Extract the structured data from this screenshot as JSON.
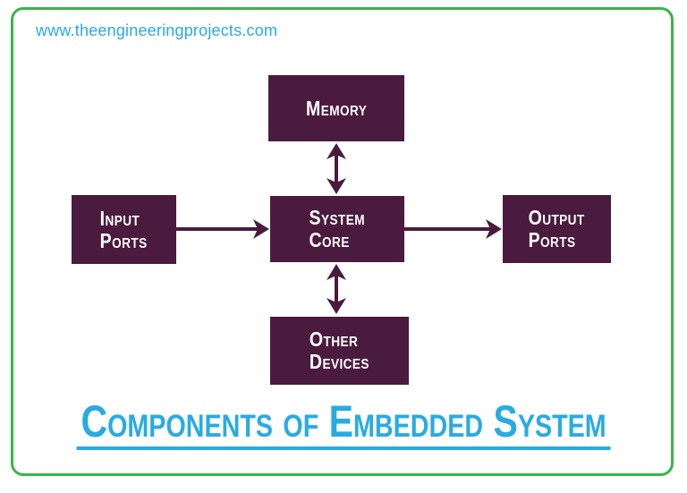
{
  "colors": {
    "border_green": "#39B54A",
    "accent_blue": "#29ABE2",
    "box_maroon": "#4A1B3E",
    "text_white": "#FFFFFF"
  },
  "header": {
    "watermark": "www.theengineeringprojects.com"
  },
  "diagram": {
    "nodes": {
      "memory": {
        "line1": "Memory"
      },
      "input_ports": {
        "line1": "Input",
        "line2": "Ports"
      },
      "system_core": {
        "line1": "System",
        "line2": "Core"
      },
      "output_ports": {
        "line1": "Output",
        "line2": "Ports"
      },
      "other_devices": {
        "line1": "Other",
        "line2": "Devices"
      }
    },
    "connections": [
      {
        "from": "input_ports",
        "to": "system_core",
        "direction": "one-way"
      },
      {
        "from": "system_core",
        "to": "output_ports",
        "direction": "one-way"
      },
      {
        "from": "memory",
        "to": "system_core",
        "direction": "two-way"
      },
      {
        "from": "system_core",
        "to": "other_devices",
        "direction": "two-way"
      }
    ]
  },
  "footer": {
    "title": "Components of Embedded System"
  }
}
